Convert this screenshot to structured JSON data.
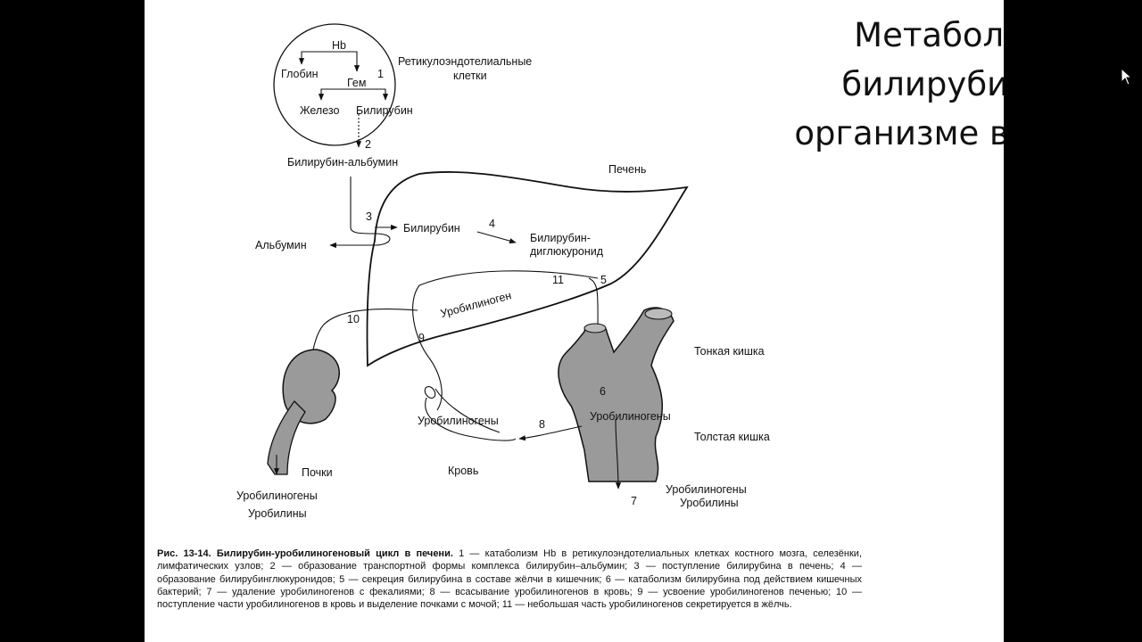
{
  "slide": {
    "title_lines": [
      "Метаболизм",
      "билирубина в",
      "организме в норме"
    ]
  },
  "diagram": {
    "labels": {
      "hb": "Hb",
      "globin": "Глобин",
      "gem": "Гем",
      "iron": "Железо",
      "bilirubin_cell": "Билирубин",
      "ret_line1": "Ретикулоэндотелиальные",
      "ret_line2": "клетки",
      "bil_alb": "Билирубин-альбумин",
      "liver": "Печень",
      "bilirubin_liver": "Билирубин",
      "albumin": "Альбумин",
      "digluc_line1": "Билирубин-",
      "digluc_line2": "диглюкуронид",
      "urobilinogen_liver": "Уробилиноген",
      "small_intestine": "Тонкая кишка",
      "large_intestine": "Толстая кишка",
      "urobilinogens_intestine": "Уробилиногены",
      "urobilinogens_blood": "Уробилиногены",
      "blood": "Кровь",
      "kidneys": "Почки",
      "kid_out_line1": "Уробилиногены",
      "kid_out_line2": "Уробилины",
      "int_out_line1": "Уробилиногены",
      "int_out_line2": "Уробилины"
    },
    "numbers": {
      "n1": "1",
      "n2": "2",
      "n3": "3",
      "n4": "4",
      "n5": "5",
      "n6": "6",
      "n7": "7",
      "n8": "8",
      "n9": "9",
      "n10": "10",
      "n11": "11"
    }
  },
  "caption": {
    "bold": "Рис. 13-14. Билирубин-уробилиногеновый цикл в печени.",
    "text": " 1 — катаболизм Hb в ретикулоэндотелиальных клетках костного мозга, селезёнки, лимфатических узлов; 2 — образование транспортной формы комплекса билирубин–альбумин; 3 — поступление билирубина в печень; 4 — образование билирубинглюкуронидов; 5 — секреция билирубина в составе жёлчи в кишечник; 6 — катаболизм билирубина под действием кишечных бактерий; 7 — удаление уробилиногенов с фекалиями; 8 — всасывание уробилиногенов в кровь; 9 — усвоение уробилиногенов печенью; 10 — поступление части уробилиногенов в кровь и выделение почками с мочой; 11 — небольшая часть уробилиногенов секретируется в жёлчь."
  },
  "colors": {
    "background": "#000000",
    "slide": "#ffffff",
    "organ_fill": "#9a9a9a",
    "stroke": "#111111"
  }
}
